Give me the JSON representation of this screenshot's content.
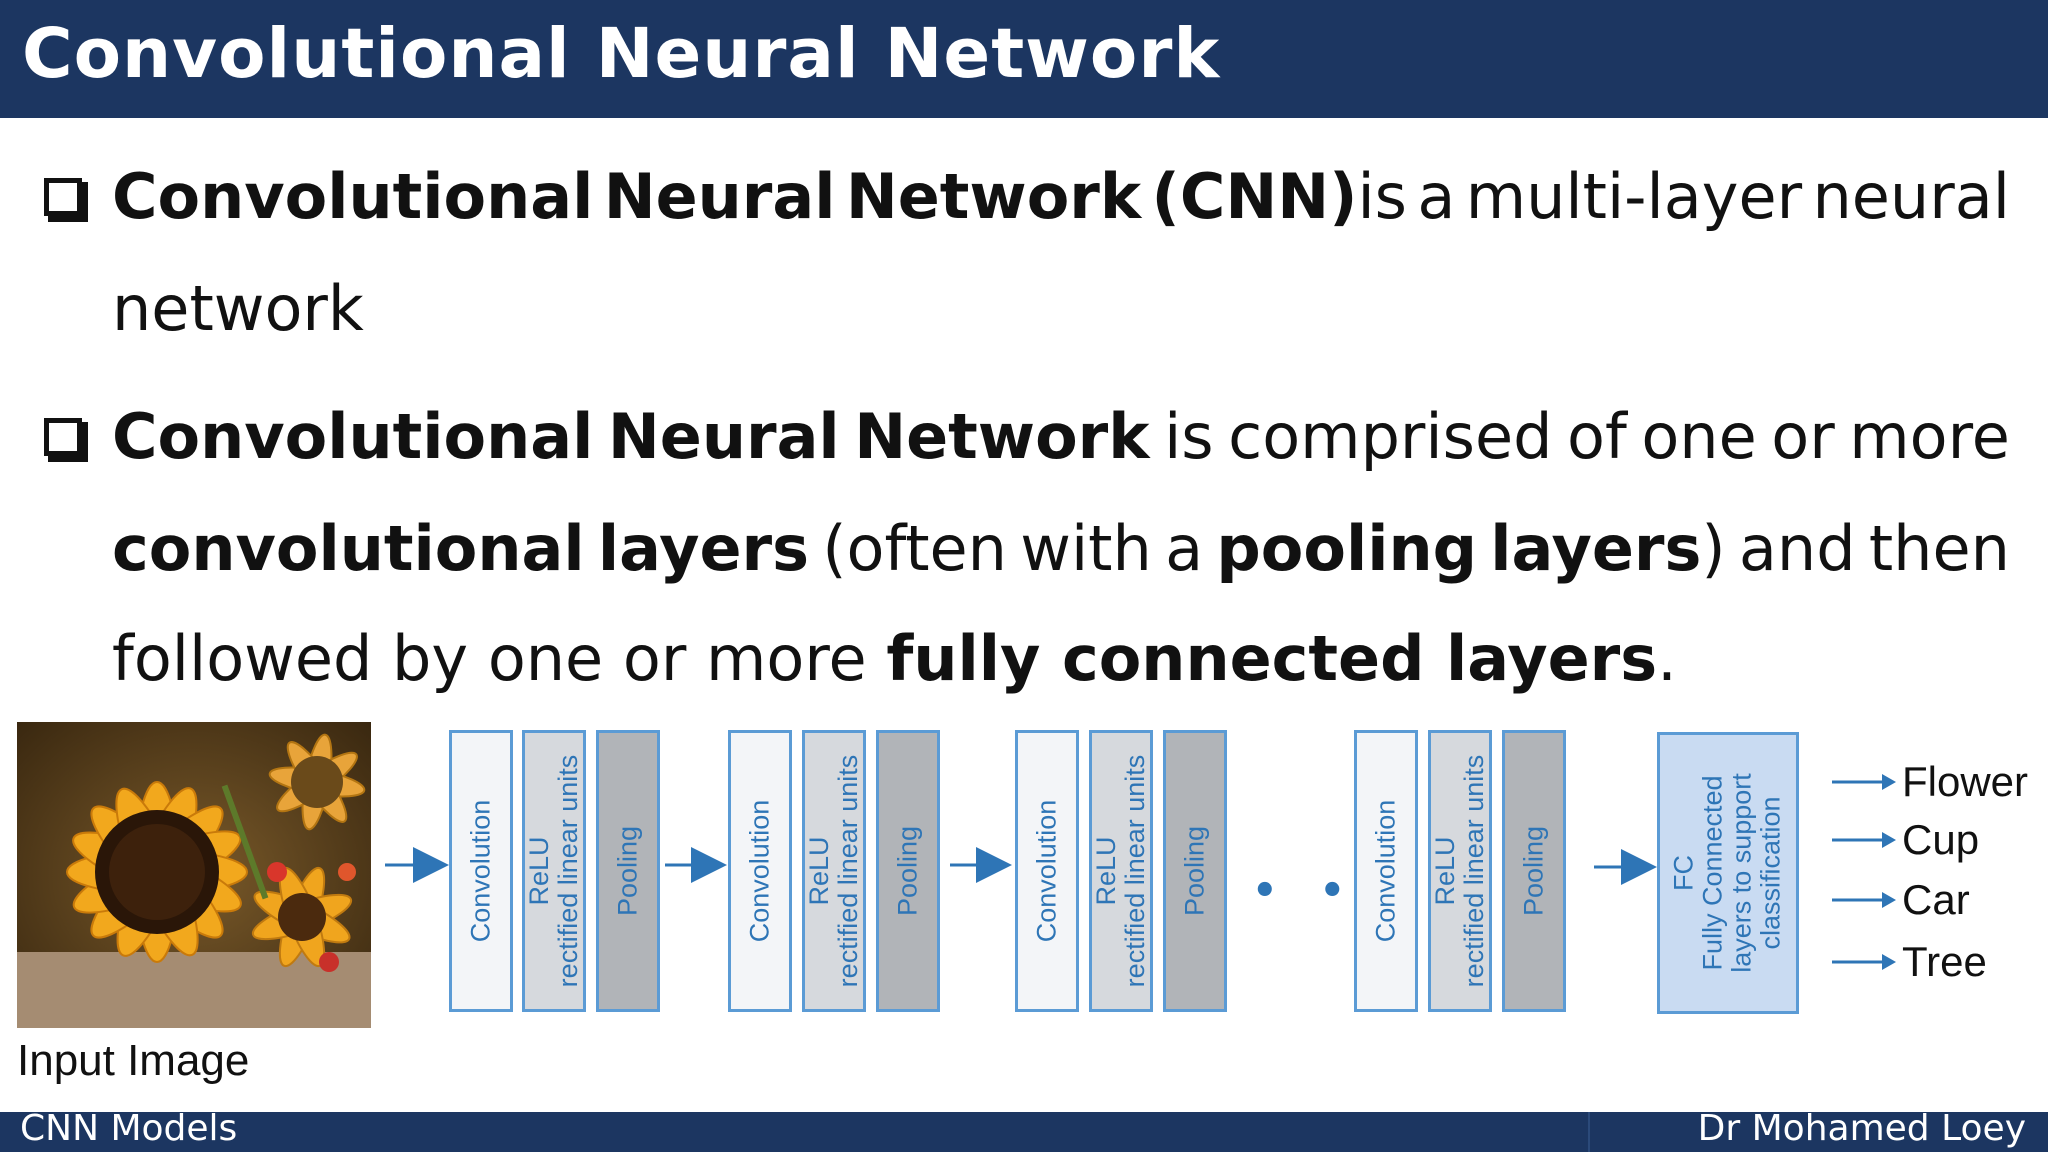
{
  "slide": {
    "title": "Convolutional Neural Network"
  },
  "bullets": [
    {
      "lines": [
        {
          "segments": [
            {
              "text": "Convolutional",
              "bold": true
            },
            {
              "text": "Neural",
              "bold": true
            },
            {
              "text": "Network",
              "bold": true
            },
            {
              "text": "(CNN)",
              "bold": true,
              "tail": "is"
            },
            {
              "text": "a",
              "bold": false
            },
            {
              "text": "multi-layer",
              "bold": false
            },
            {
              "text": "neural",
              "bold": false
            }
          ]
        },
        {
          "text": "network"
        }
      ]
    },
    {
      "lines": [
        {
          "segments": [
            "Convolutional",
            "Neural",
            "Network",
            "is",
            "comprised",
            "of",
            "one",
            "or",
            "more"
          ]
        },
        {
          "segments": [
            "convolutional",
            "layers",
            "(often",
            "with",
            "a",
            "pooling",
            "layers)",
            "and",
            "then"
          ]
        },
        {
          "text_a": "followed by one or more ",
          "text_b": "fully connected layers",
          "text_c": "."
        }
      ]
    }
  ],
  "diagram": {
    "input_label": "Input Image",
    "layer_labels": {
      "conv": "Convolution",
      "relu_1": "ReLU",
      "relu_2": "rectified linear units",
      "pool": "Pooling"
    },
    "fc_label": {
      "line1": "FC",
      "line2": "Fully Connected",
      "line3": "layers to support",
      "line4": "classification"
    },
    "ellipsis": "• • •",
    "outputs": [
      "Flower",
      "Cup",
      "Car",
      "Tree"
    ],
    "colors": {
      "layer_border": "#5b9bd5",
      "layer_text": "#2e75b6",
      "arrow": "#2e75b6"
    }
  },
  "footer": {
    "left": "CNN Models",
    "right": "Dr Mohamed Loey"
  },
  "theme": {
    "bar_color": "#1c3661"
  }
}
